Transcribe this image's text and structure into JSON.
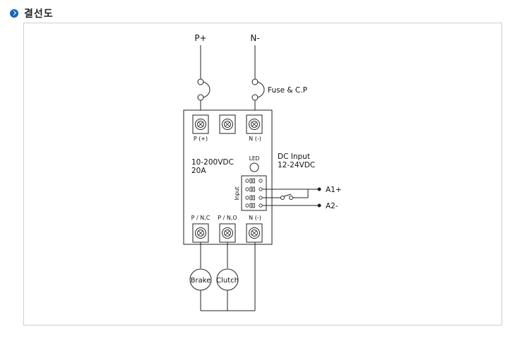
{
  "header": {
    "title": "결선도"
  },
  "diagram": {
    "supply": {
      "positive": "P+",
      "negative": "N-"
    },
    "fuse_label": "Fuse & C.P",
    "top_terminals": {
      "left": "P (+)",
      "right": "N (-)"
    },
    "rating": {
      "voltage": "10-200VDC",
      "current": "20A"
    },
    "led_label": "LED",
    "dc_input": {
      "title": "DC Input",
      "range": "12-24VDC"
    },
    "input_label": "Input",
    "control_terminals": {
      "a1": "A1+",
      "a2": "A2-"
    },
    "bottom_terminals": {
      "left": "P / N,C",
      "middle": "P / N,O",
      "right": "N (-)"
    },
    "loads": {
      "brake": "Brake",
      "clutch": "Clutch"
    }
  }
}
